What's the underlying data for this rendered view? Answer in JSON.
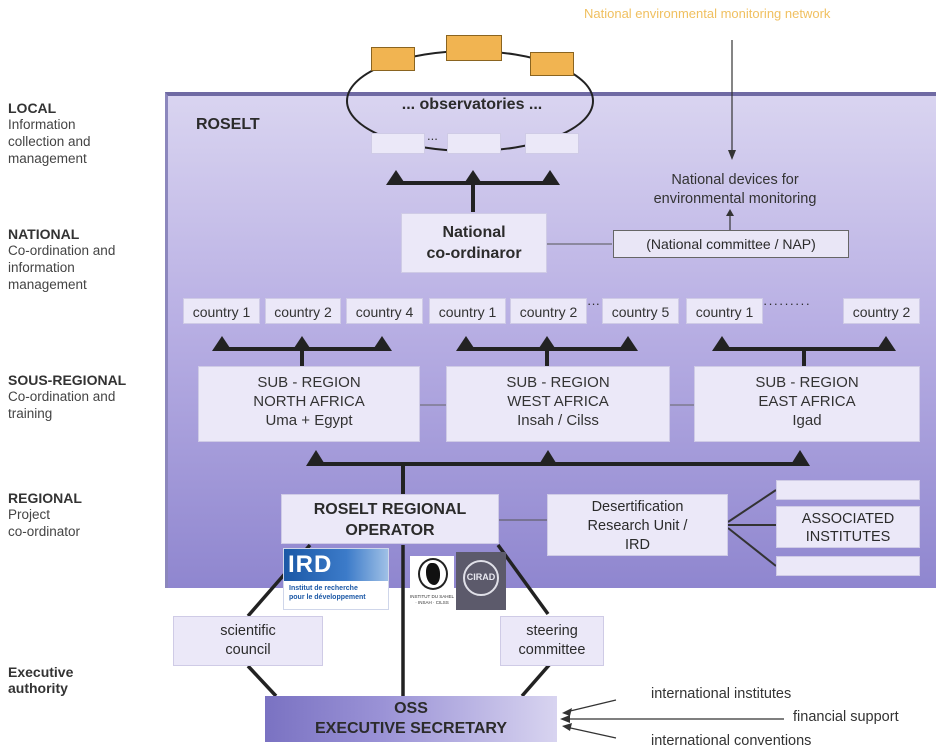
{
  "network_label": "National environmental monitoring network",
  "levels": [
    {
      "title": "LOCAL",
      "desc": [
        "Information",
        "collection and",
        "management"
      ]
    },
    {
      "title": "NATIONAL",
      "desc": [
        "Co-ordination and",
        "information",
        "management"
      ]
    },
    {
      "title": "SOUS-REGIONAL",
      "desc": [
        "Co-ordination and",
        "training"
      ]
    },
    {
      "title": "REGIONAL",
      "desc": [
        "Project",
        "co-ordinator"
      ]
    },
    {
      "title": "Executive",
      "desc": [
        "authority"
      ]
    }
  ],
  "panel_title": "ROSELT",
  "observatories": "... observatories ...",
  "observatory_dots": "...",
  "national_devices": [
    "National devices for",
    "environmental monitoring"
  ],
  "national_committee": "(National committee / NAP)",
  "national_coordinator": [
    "National",
    "co-ordinaror"
  ],
  "countries": {
    "north": [
      "country 1",
      "country 2",
      "country 4"
    ],
    "west": [
      "country 1",
      "country 2",
      "country 5"
    ],
    "east": [
      "country 1",
      "country 2"
    ]
  },
  "subregions": [
    {
      "lines": [
        "SUB - REGION",
        "NORTH AFRICA",
        "Uma + Egypt"
      ]
    },
    {
      "lines": [
        "SUB - REGION",
        "WEST AFRICA",
        "Insah / Cilss"
      ]
    },
    {
      "lines": [
        "SUB - REGION",
        "EAST AFRICA",
        "Igad"
      ]
    }
  ],
  "regional_operator": [
    "ROSELT REGIONAL",
    "OPERATOR"
  ],
  "research_unit": [
    "Desertification",
    "Research Unit /",
    "IRD"
  ],
  "associated_institutes": [
    "ASSOCIATED",
    "INSTITUTES"
  ],
  "logos": {
    "ird": "IRD",
    "ird_caption": [
      "Institut de recherche",
      "pour le développement"
    ],
    "insah_caption": "INSTITUT DU SAHEL · INSAH · CILSS",
    "cirad": "CIRAD"
  },
  "scientific_council": [
    "scientific",
    "council"
  ],
  "steering_committee": [
    "steering",
    "committee"
  ],
  "oss": [
    "OSS",
    "EXECUTIVE SECRETARY"
  ],
  "inputs": [
    "international institutes",
    "financial support",
    "international conventions"
  ],
  "colors": {
    "panel_top": "#d9d4f0",
    "panel_bottom": "#8f86cf",
    "box": "#ebe8f8",
    "orange": "#f1b451",
    "network_label": "#f0c060"
  }
}
